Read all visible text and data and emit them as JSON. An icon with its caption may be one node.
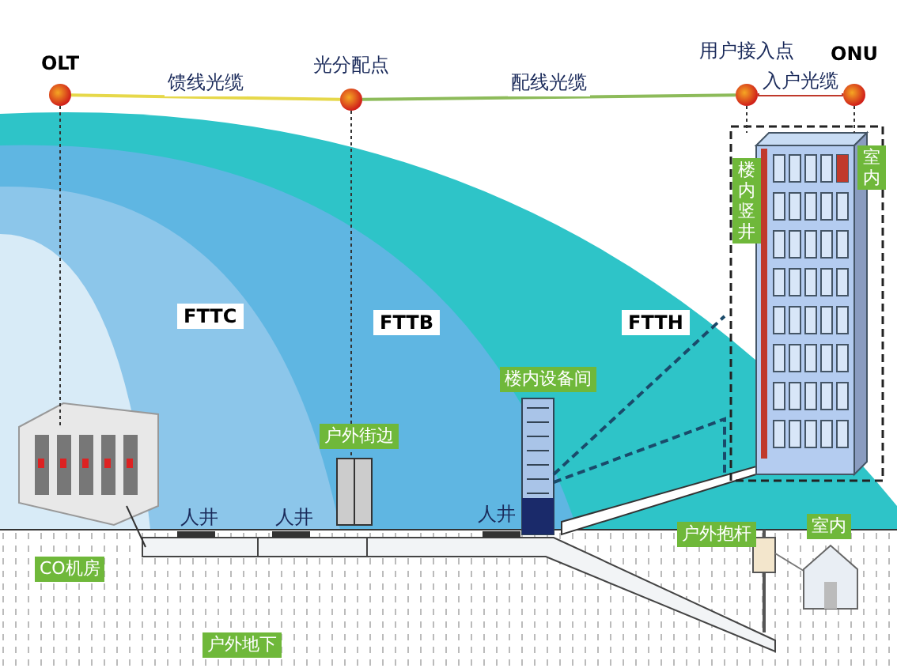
{
  "diagram": {
    "nodes": [
      {
        "text": [
          "OLT"
        ]
      },
      {
        "text": [
          "光分配点"
        ]
      },
      {
        "text": [
          "用户接入点"
        ]
      },
      {
        "text": [
          "ONU"
        ]
      }
    ],
    "edges": [
      {
        "from": 0,
        "to": 1,
        "arrow": "none",
        "label": "馈线光缆",
        "color": "#e6d84a"
      },
      {
        "from": 1,
        "to": 2,
        "arrow": "none",
        "label": "配线光缆",
        "color": "#8dbb5a"
      },
      {
        "from": 2,
        "to": 3,
        "arrow": "none",
        "label": "入户光缆",
        "color": "#c0392b"
      }
    ],
    "labels": [
      "楼内竖井",
      "室内",
      "FTTC",
      "FTTB",
      "FTTH",
      "楼内设备间",
      "户外街边",
      "人井",
      "人井",
      "人井",
      "户外抱杆",
      "室内",
      "CO机房",
      "户外地下"
    ]
  }
}
